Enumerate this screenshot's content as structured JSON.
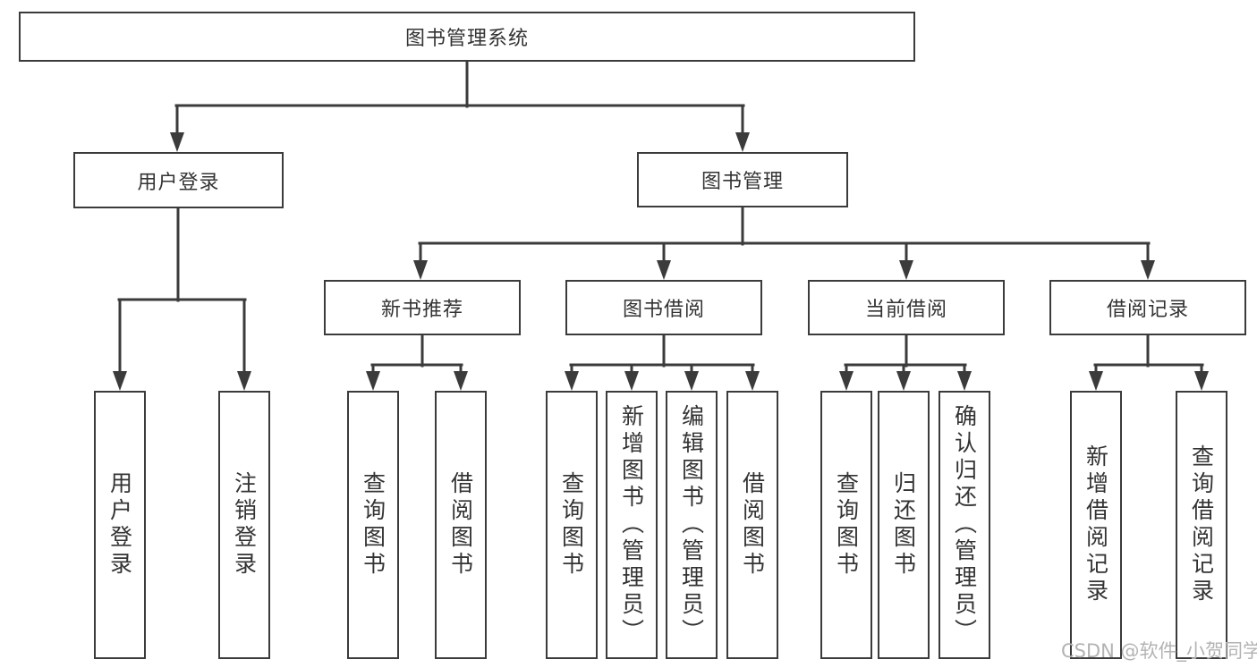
{
  "diagram": {
    "title_node": {
      "label": "图书管理系统"
    },
    "level2": [
      {
        "label": "用户登录"
      },
      {
        "label": "图书管理"
      }
    ],
    "level3": [
      {
        "label": "新书推荐"
      },
      {
        "label": "图书借阅"
      },
      {
        "label": "当前借阅"
      },
      {
        "label": "借阅记录"
      }
    ],
    "leaves": {
      "user_login": [
        {
          "label": "用户登录"
        },
        {
          "label": "注销登录"
        }
      ],
      "new_book": [
        {
          "label": "查询图书"
        },
        {
          "label": "借阅图书"
        }
      ],
      "book_borrow": [
        {
          "label": "查询图书"
        },
        {
          "label": "新增图书（管理员）"
        },
        {
          "label": "编辑图书（管理员）"
        },
        {
          "label": "借阅图书"
        }
      ],
      "current_borrow": [
        {
          "label": "查询图书"
        },
        {
          "label": "归还图书"
        },
        {
          "label": "确认归还（管理员）"
        }
      ],
      "borrow_records": [
        {
          "label": "新增借阅记录"
        },
        {
          "label": "查询借阅记录"
        }
      ]
    }
  },
  "watermark": {
    "text": "CSDN @软件_小贺同学"
  },
  "colors": {
    "line": "#3b3b3b",
    "border": "#3b3b3b",
    "text": "#333333",
    "watermark": "#b3b3b3",
    "background": "#ffffff"
  }
}
